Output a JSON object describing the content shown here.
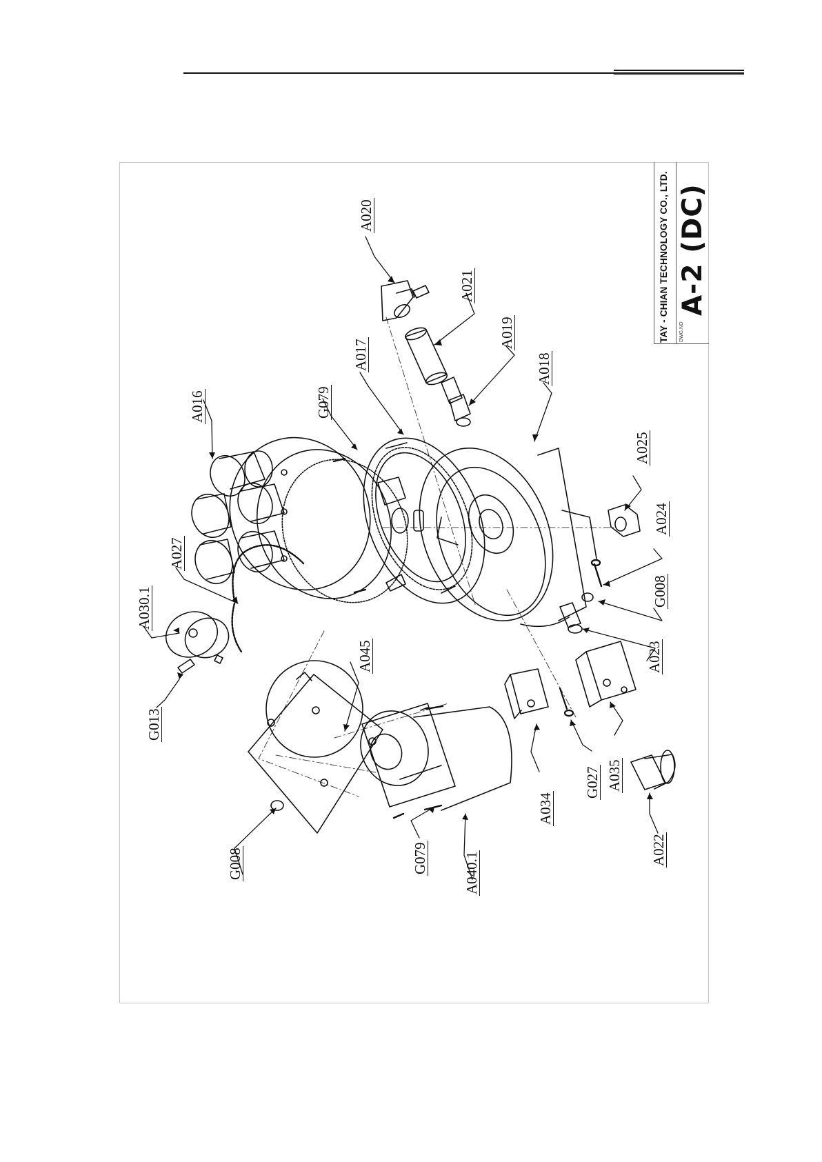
{
  "title_block": {
    "company": "TAY - CHIAN TECHNOLOGY CO., LTD.",
    "dwg_no_label": "DWG.NO",
    "model": "A-2 (DC)"
  },
  "callouts": {
    "A020": "A020",
    "A021": "A021",
    "A019": "A019",
    "A017": "A017",
    "A018": "A018",
    "G079_top": "G079",
    "A016": "A016",
    "A027": "A027",
    "A030_1": "A030.1",
    "G013": "G013",
    "A045": "A045",
    "A025": "A025",
    "A024": "A024",
    "G008_right": "G008",
    "A023": "A023",
    "A035": "A035",
    "G027": "G027",
    "A034": "A034",
    "A022": "A022",
    "G008_left": "G008",
    "G079_bottom": "G079",
    "A040_1": "A040.1"
  }
}
